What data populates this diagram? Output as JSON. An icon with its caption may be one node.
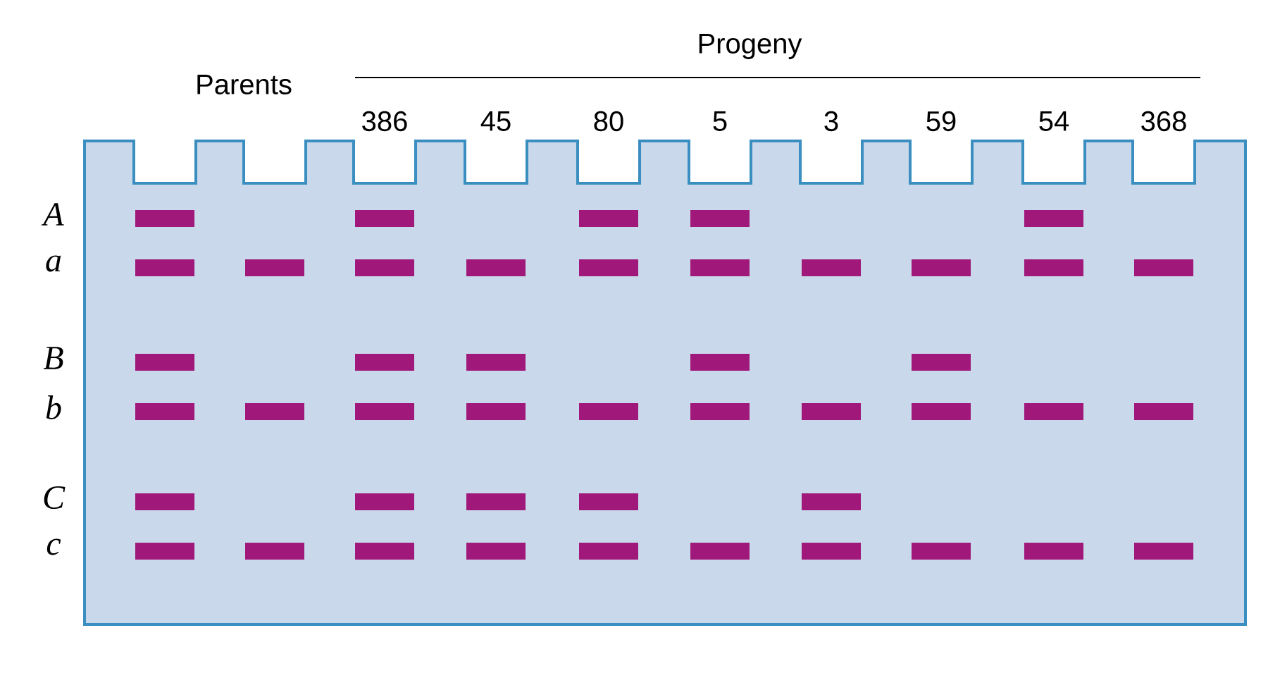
{
  "diagram": {
    "labels": [
      "Parents",
      "Progeny",
      "386",
      "45",
      "80",
      "5",
      "3",
      "59",
      "54",
      "368",
      "A",
      "a",
      "B",
      "b",
      "C",
      "c"
    ]
  }
}
